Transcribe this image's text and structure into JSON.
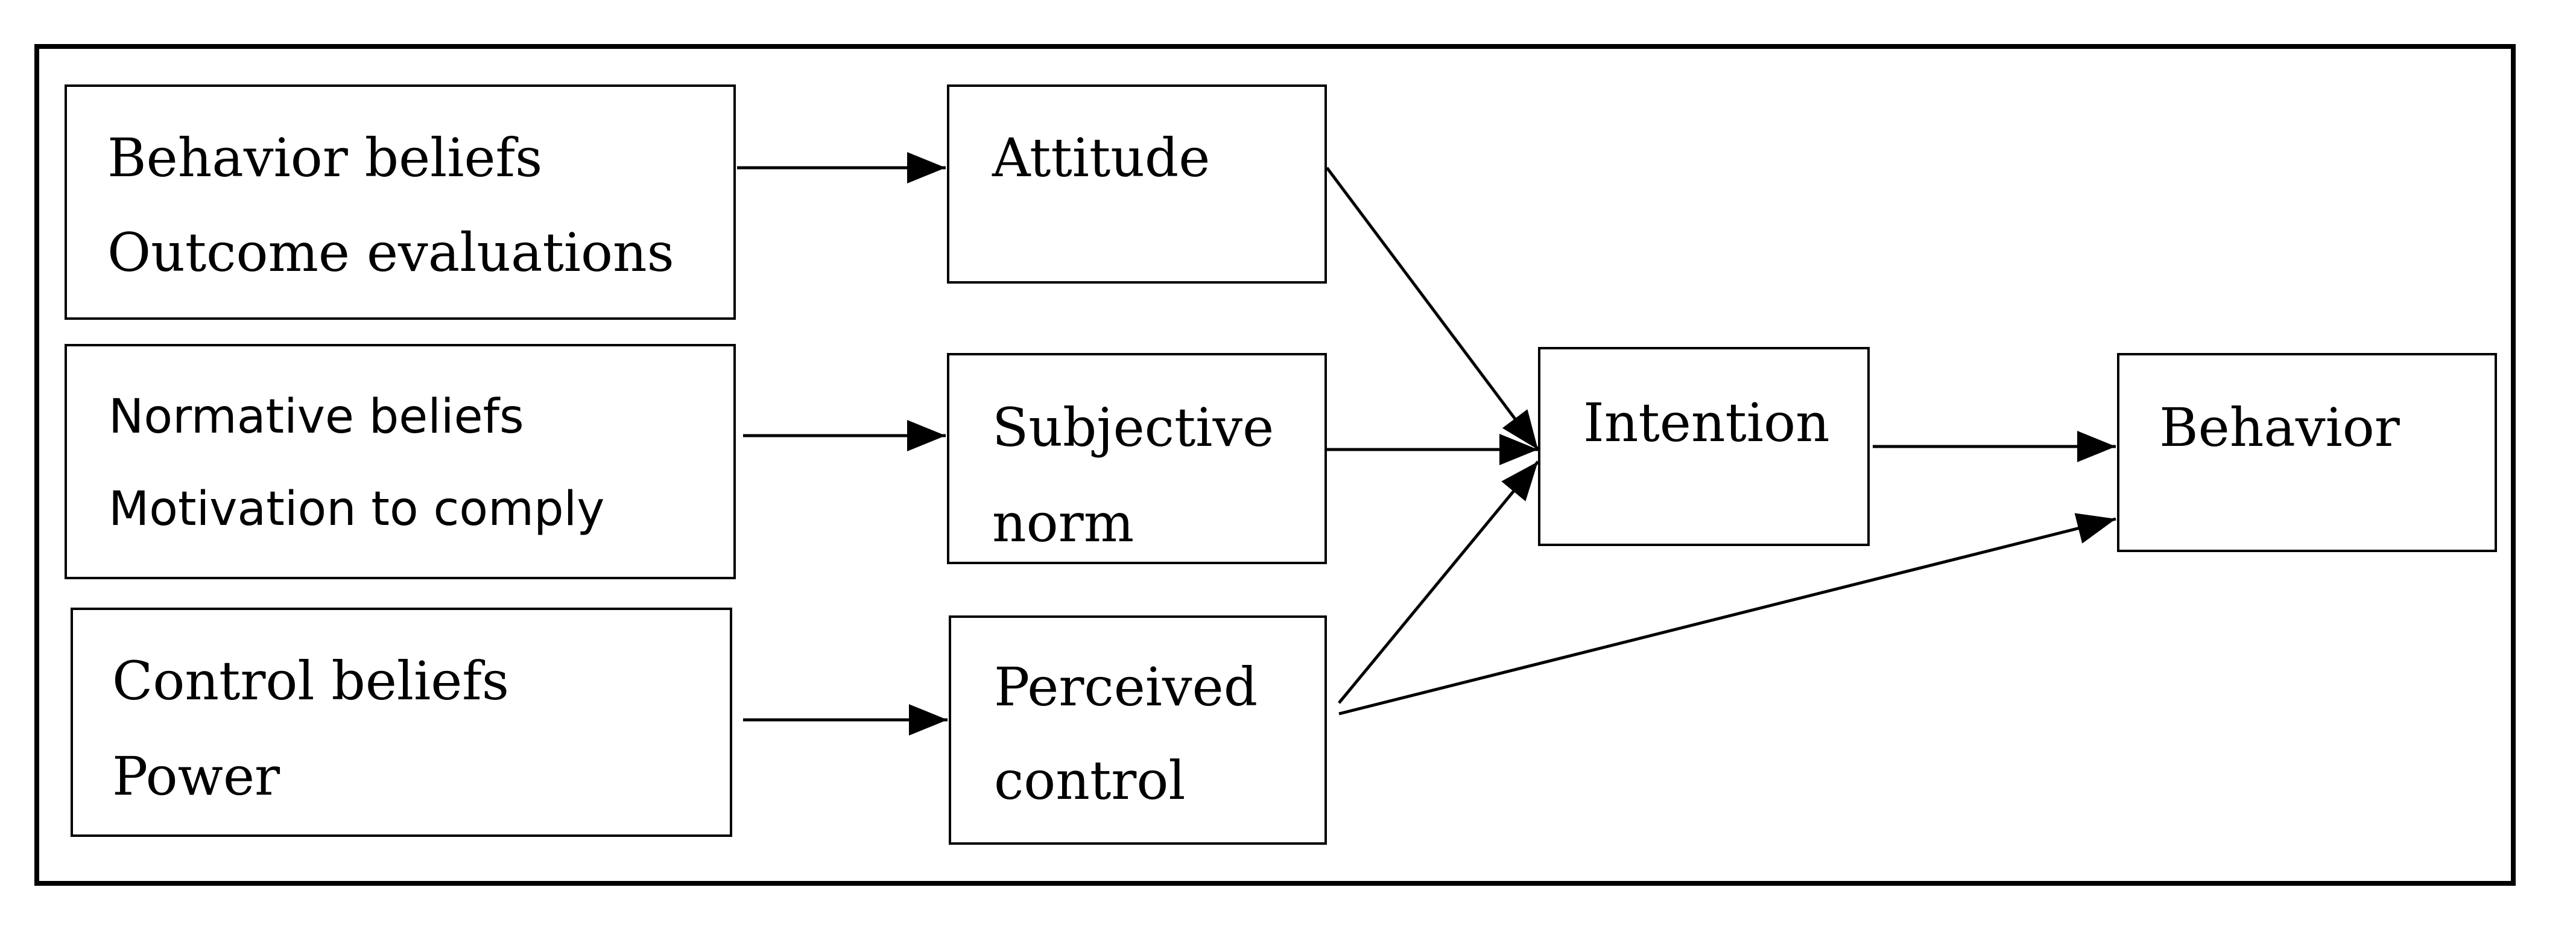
{
  "sources": [
    {
      "line1": "Behavior beliefs",
      "line2": "Outcome evaluations"
    },
    {
      "line1": "Normative beliefs",
      "line2": "Motivation to comply"
    },
    {
      "line1": "Control beliefs",
      "line2": "Power"
    }
  ],
  "constructs": [
    {
      "line1": "Attitude",
      "line2": ""
    },
    {
      "line1": "Subjective",
      "line2": "norm"
    },
    {
      "line1": "Perceived",
      "line2": "control"
    }
  ],
  "intention": "Intention",
  "behavior": "Behavior"
}
